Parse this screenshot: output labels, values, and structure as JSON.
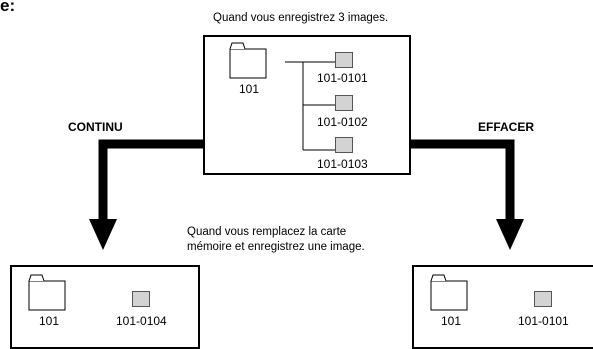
{
  "partial_heading": "e:",
  "top_caption": "Quand vous enregistrez 3 images.",
  "top_box": {
    "folder_label": "101",
    "images": [
      "101-0101",
      "101-0102",
      "101-0103"
    ]
  },
  "left_branch_label": "CONTINU",
  "right_branch_label": "EFFACER",
  "middle_caption": {
    "line1": "Quand vous remplacez la carte",
    "line2": "mémoire et enregistrez une image."
  },
  "bottom_left": {
    "folder_label": "101",
    "image_label": "101-0104"
  },
  "bottom_right": {
    "folder_label": "101",
    "image_label": "101-0101"
  }
}
